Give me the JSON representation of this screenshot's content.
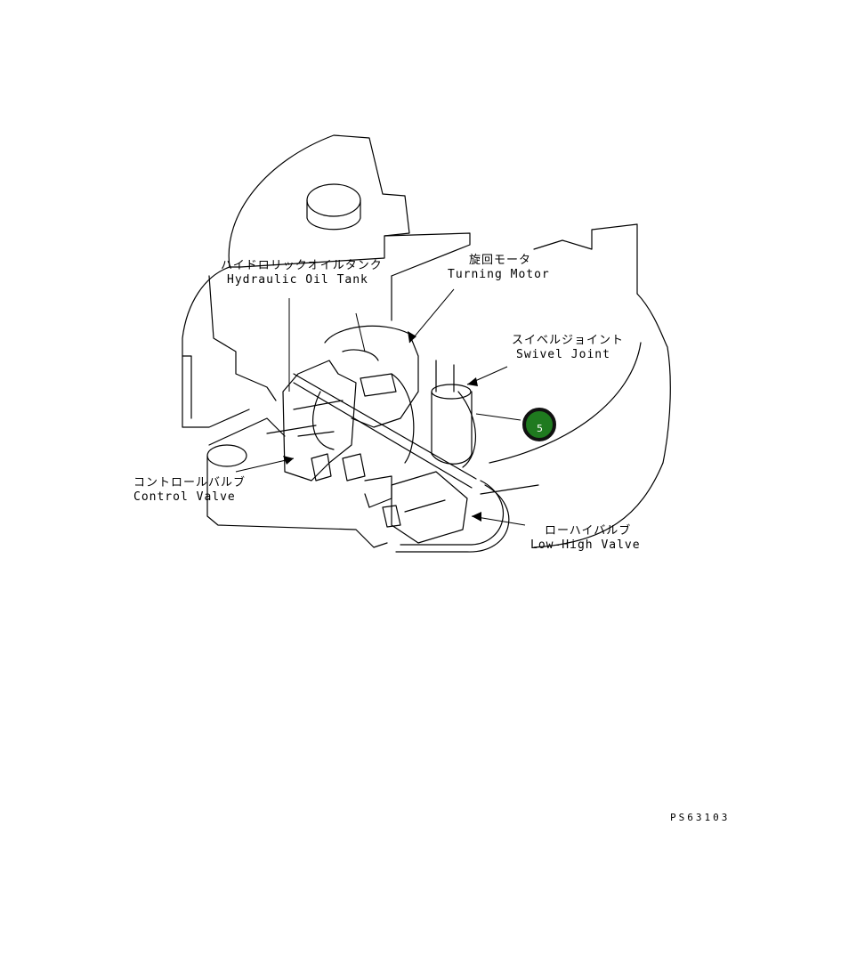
{
  "labels": {
    "hydraulic_oil_tank": {
      "jp": "ハイドロリックオイルタンク",
      "en": "Hydraulic Oil Tank"
    },
    "turning_motor": {
      "jp": "旋回モータ",
      "en": "Turning Motor"
    },
    "swivel_joint": {
      "jp": "スイベルジョイント",
      "en": "Swivel Joint"
    },
    "control_valve": {
      "jp": "コントロールバルブ",
      "en": "Control Valve"
    },
    "low_high_valve": {
      "jp": "ローハイバルブ",
      "en": "Low-High Valve"
    }
  },
  "callout": {
    "number": "5",
    "fill_color": "#1f7a1f",
    "ring_color": "#111111"
  },
  "drawing_code": "PS63103"
}
